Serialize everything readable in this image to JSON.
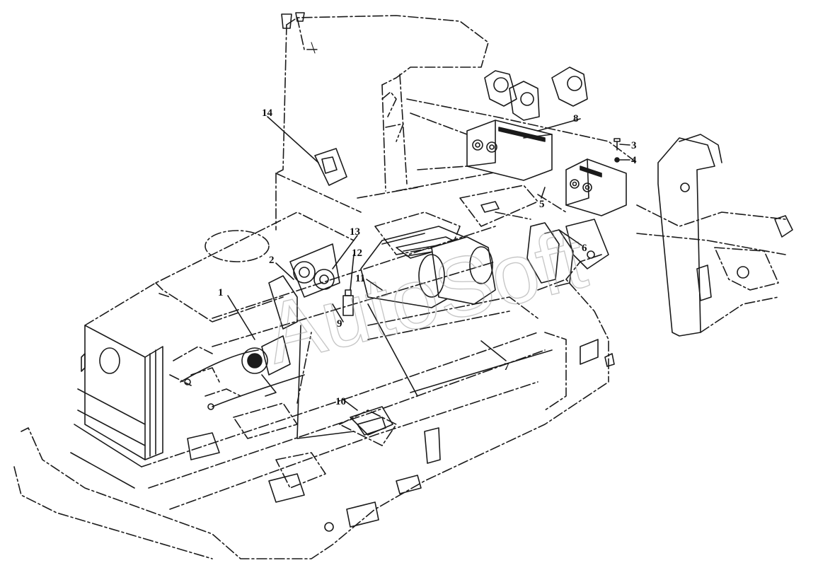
{
  "diagram": {
    "callouts": [
      {
        "id": "1",
        "label": "1"
      },
      {
        "id": "2",
        "label": "2"
      },
      {
        "id": "3",
        "label": "3"
      },
      {
        "id": "4",
        "label": "4"
      },
      {
        "id": "5",
        "label": "5"
      },
      {
        "id": "6",
        "label": "6"
      },
      {
        "id": "7",
        "label": "7"
      },
      {
        "id": "8",
        "label": "8"
      },
      {
        "id": "9",
        "label": "9"
      },
      {
        "id": "10",
        "label": "10"
      },
      {
        "id": "11",
        "label": "11"
      },
      {
        "id": "12",
        "label": "12"
      },
      {
        "id": "13",
        "label": "13"
      },
      {
        "id": "14",
        "label": "14"
      }
    ],
    "watermark": "AutoSoft"
  },
  "colors": {
    "line": "#1a1a1a",
    "background": "#ffffff",
    "watermark": "#9a9a9a"
  }
}
